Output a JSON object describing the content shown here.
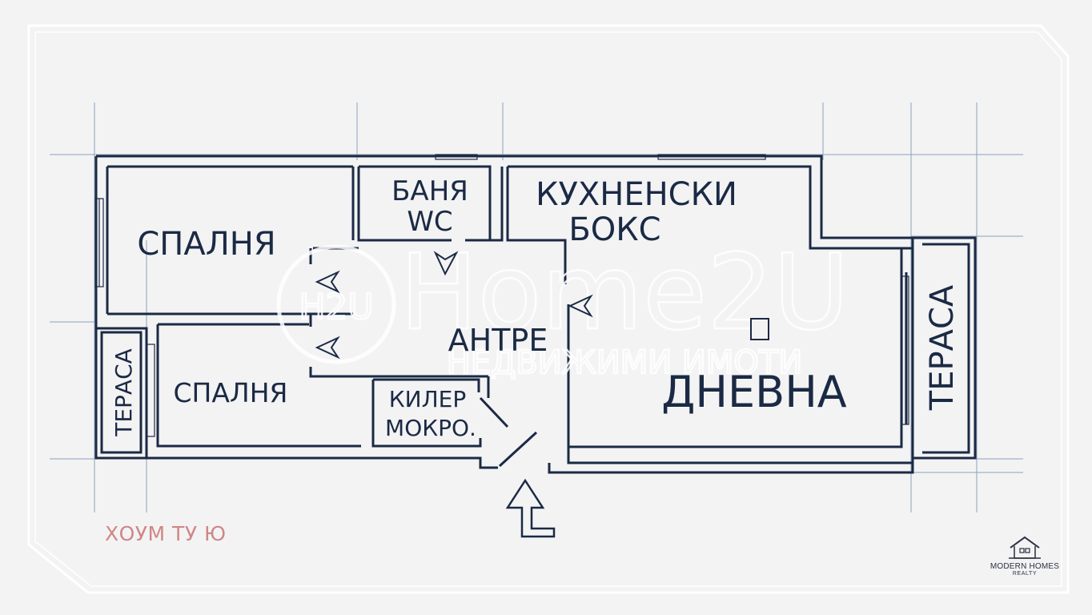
{
  "rooms": {
    "bedroom_large": "СПАЛНЯ",
    "bedroom_small": "СПАЛНЯ",
    "bathroom_line1": "БАНЯ",
    "bathroom_line2": "WC",
    "kitchen_line1": "КУХНЕНСКИ",
    "kitchen_line2": "БОКС",
    "hallway": "АНТРЕ",
    "storage_line1": "КИЛЕР",
    "storage_line2": "МОКРО.",
    "living_room": "ДНЕВНА",
    "terrace_left": "ТЕРАСА",
    "terrace_right": "ТЕРАСА"
  },
  "watermark": {
    "logo_mark": "H2U",
    "brand_name": "Home2U",
    "tagline": "НЕДВИЖИМИ ИМОТИ"
  },
  "brand_caption": "ХОУМ ТУ Ю",
  "corner_logo": {
    "name": "MODERN HOMES",
    "subtitle": "REALTY",
    "icon": "house-icon"
  },
  "colors": {
    "wall": "#1b2a44",
    "grid": "#8da0bd",
    "background": "#f3f3f4",
    "caption": "#d08686"
  }
}
